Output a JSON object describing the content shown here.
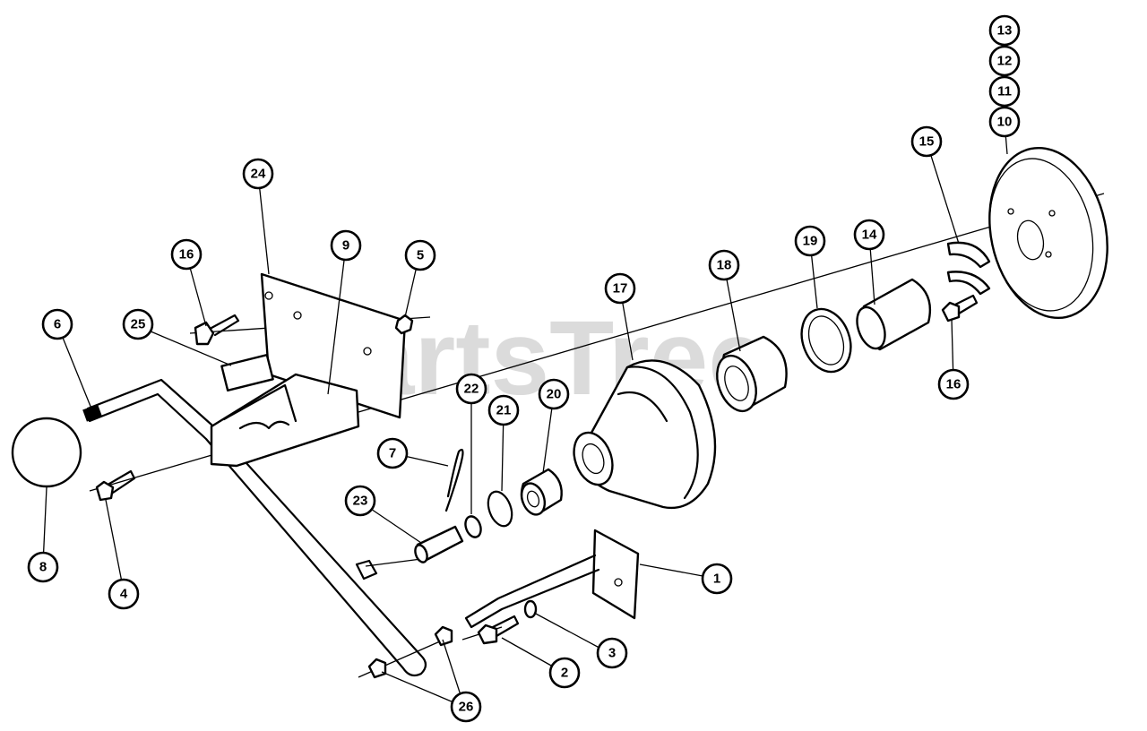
{
  "watermark": "PartsTree",
  "callouts": {
    "c1": "1",
    "c2": "2",
    "c3": "3",
    "c4": "4",
    "c5": "5",
    "c6": "6",
    "c7": "7",
    "c8": "8",
    "c9": "9",
    "c10": "10",
    "c11": "11",
    "c12": "12",
    "c13": "13",
    "c14": "14",
    "c15": "15",
    "c16a": "16",
    "c16b": "16",
    "c17": "17",
    "c18": "18",
    "c19": "19",
    "c20": "20",
    "c21": "21",
    "c22": "22",
    "c23": "23",
    "c24": "24",
    "c25": "25",
    "c26": "26"
  }
}
